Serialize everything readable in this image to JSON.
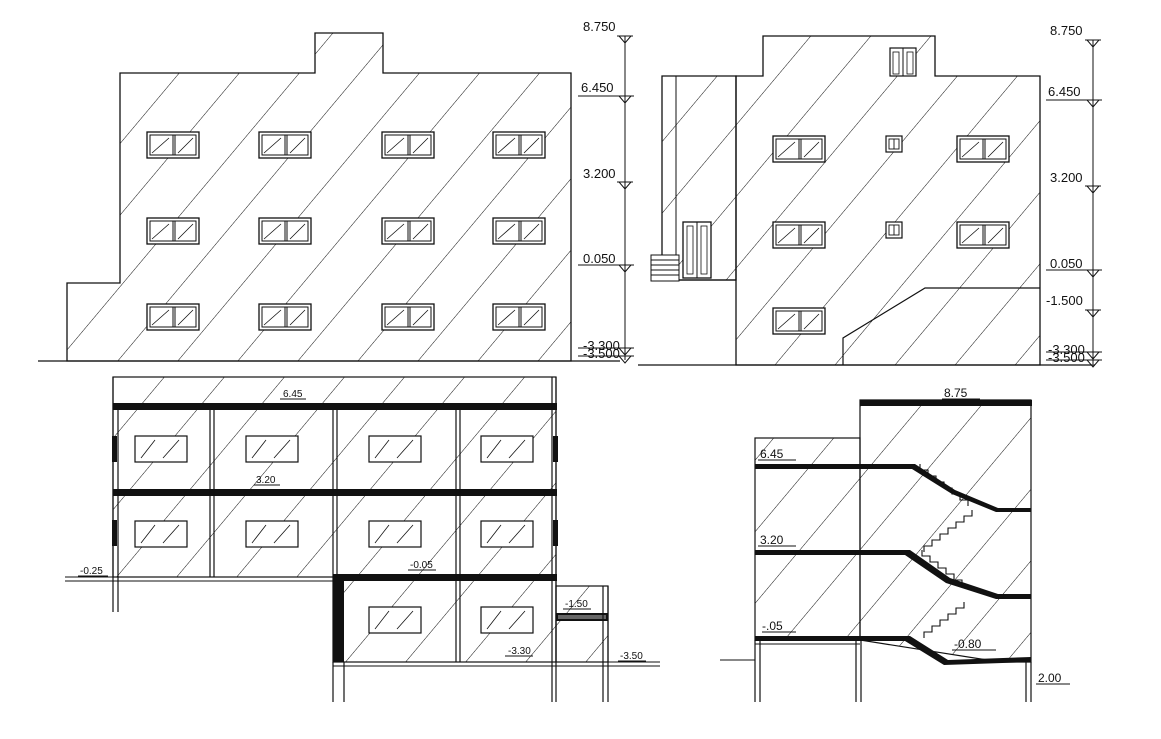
{
  "elevation_1": {
    "levels": [
      "8.750",
      "6.450",
      "3.200",
      "0.050",
      "-3.300",
      "-3.500"
    ]
  },
  "elevation_2": {
    "levels": [
      "8.750",
      "6.450",
      "3.200",
      "0.050",
      "-1.500",
      "-3.300",
      "-3.500"
    ]
  },
  "section_1": {
    "levels": [
      "6.45",
      "3.20",
      "-0.25",
      "-0.05",
      "-1.50",
      "-3.30",
      "-3.50"
    ]
  },
  "section_2": {
    "levels": [
      "8.75",
      "6.45",
      "3.20",
      "-.05",
      "-0.80",
      "2.00"
    ]
  }
}
